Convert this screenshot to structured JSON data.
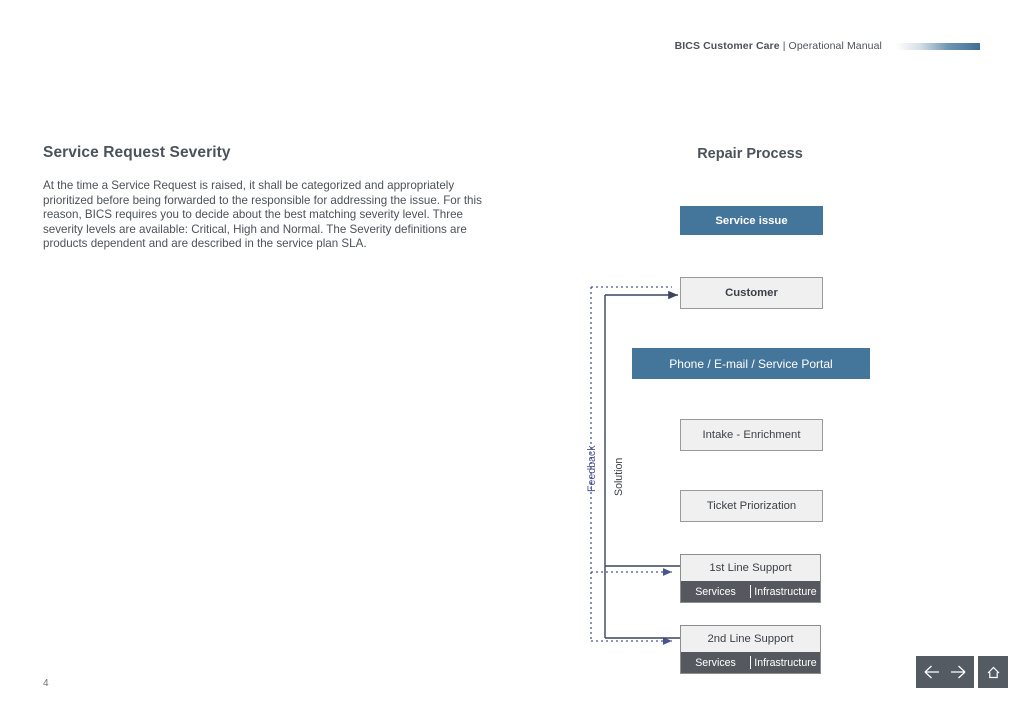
{
  "header": {
    "brand": "BICS Customer Care",
    "separator_and_title": " | Operational Manual",
    "rule_gradient_end_color": "#3f6f96"
  },
  "left": {
    "title": "Service Request Severity",
    "body": "At the time a Service Request is raised, it shall be categorized and appropriately prioritized before being forwarded to the responsible for addressing the issue. For this reason, BICS requires you to decide about the best matching severity level. Three severity levels are available: Critical, High and Normal. The Severity definitions are products dependent and are described in the service plan SLA."
  },
  "diagram": {
    "title": "Repair Process",
    "accent_blue": "#44759b",
    "box_grey": "#f0f0f0",
    "footer_grey": "#55595f",
    "feedback_line_color": "#4a5490",
    "solution_line_color": "#3c4460",
    "nodes": {
      "service_issue": "Service issue",
      "customer": "Customer",
      "channels": "Phone / E-mail / Service Portal",
      "intake": "Intake - Enrichment",
      "prioritization": "Ticket Priorization",
      "first_line": "1st Line Support",
      "second_line": "2nd Line Support"
    },
    "support_columns": {
      "services": "Services",
      "infrastructure": "Infrastructure"
    },
    "flow_labels": {
      "feedback": "Feedback",
      "solution": "Solution"
    }
  },
  "footer": {
    "page_number": "4",
    "nav": {
      "previous": "previous-page",
      "next": "next-page",
      "home": "home"
    }
  }
}
